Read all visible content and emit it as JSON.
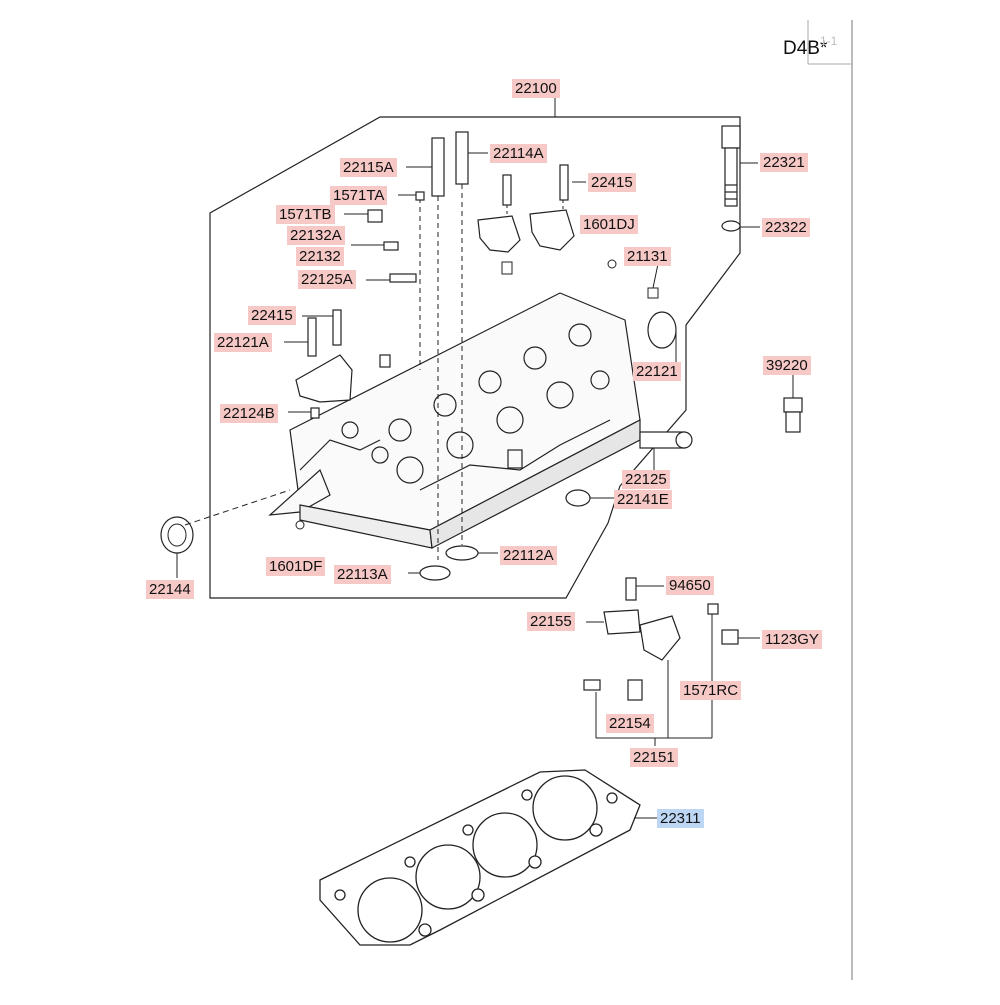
{
  "diagram": {
    "engine_code": "D4B",
    "engine_suffix": "*",
    "page_marker": "1-1",
    "highlight_colors": {
      "part": "#f6c9c6",
      "selected": "#bcd6f3"
    },
    "labels": {
      "p22100": "22100",
      "p22115A": "22115A",
      "p22114A": "22114A",
      "p1571TA": "1571TA",
      "p22415a": "22415",
      "p1571TB": "1571TB",
      "p1601DJ": "1601DJ",
      "p22132A": "22132A",
      "p22132": "22132",
      "p21131": "21131",
      "p22125A": "22125A",
      "p22415b": "22415",
      "p22121A": "22121A",
      "p22121": "22121",
      "p22124B": "22124B",
      "p22125": "22125",
      "p22141E": "22141E",
      "p22112A": "22112A",
      "p1601DF": "1601DF",
      "p22113A": "22113A",
      "p22144": "22144",
      "p22321": "22321",
      "p22322": "22322",
      "p39220": "39220",
      "p94650": "94650",
      "p22155": "22155",
      "p1123GY": "1123GY",
      "p1571RC": "1571RC",
      "p22154": "22154",
      "p22151": "22151",
      "p22311": "22311"
    }
  }
}
